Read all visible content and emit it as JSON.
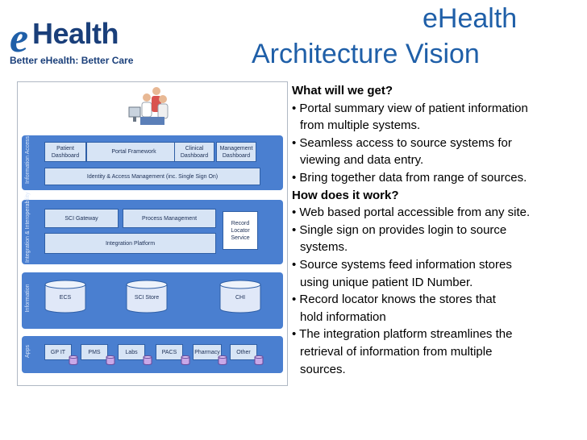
{
  "logo": {
    "e": "e",
    "word": "Health",
    "tagline": "Better eHealth: Better Care"
  },
  "title": {
    "line1": "eHealth",
    "line2": "Architecture Vision"
  },
  "diagram": {
    "layers": {
      "access": "Information Access",
      "integration": "Integration & Interoperability",
      "information": "Information",
      "apps": "Apps"
    },
    "access_boxes": {
      "patient": "Patient Dashboard",
      "portal": "Portal Framework",
      "clinical": "Clinical Dashboard",
      "management": "Management Dashboard",
      "identity": "Identity & Access Management (inc. Single Sign On)"
    },
    "integration_boxes": {
      "gateway": "SCI Gateway",
      "process": "Process Management",
      "platform": "Integration Platform",
      "locator": "Record Locator Service"
    },
    "stores": [
      "ECS",
      "SCI Store",
      "CHI"
    ],
    "apps": [
      "GP IT",
      "PMS",
      "Labs",
      "PACS",
      "Pharmacy",
      "Other"
    ],
    "colors": {
      "band": "#4a7fd0",
      "box": "#d7e4f5",
      "store": "#e0e8f8",
      "app_db": "#c9a8e8"
    }
  },
  "panel": {
    "q1": "What will we get?",
    "bullets1": [
      [
        "Portal summary view of patient information",
        "from multiple systems."
      ],
      [
        "Seamless access to source systems for",
        "viewing and data entry."
      ],
      [
        "Bring together data from range of sources."
      ]
    ],
    "q2": "How does it work?",
    "bullets2": [
      [
        "Web based portal accessible from any site."
      ],
      [
        "Single sign on provides login to source",
        "systems."
      ],
      [
        "Source systems feed information stores",
        "using unique  patient ID Number."
      ],
      [
        "Record locator knows the stores that",
        "hold information"
      ],
      [
        "The integration platform streamlines the",
        "retrieval of information from multiple",
        " sources."
      ]
    ]
  }
}
